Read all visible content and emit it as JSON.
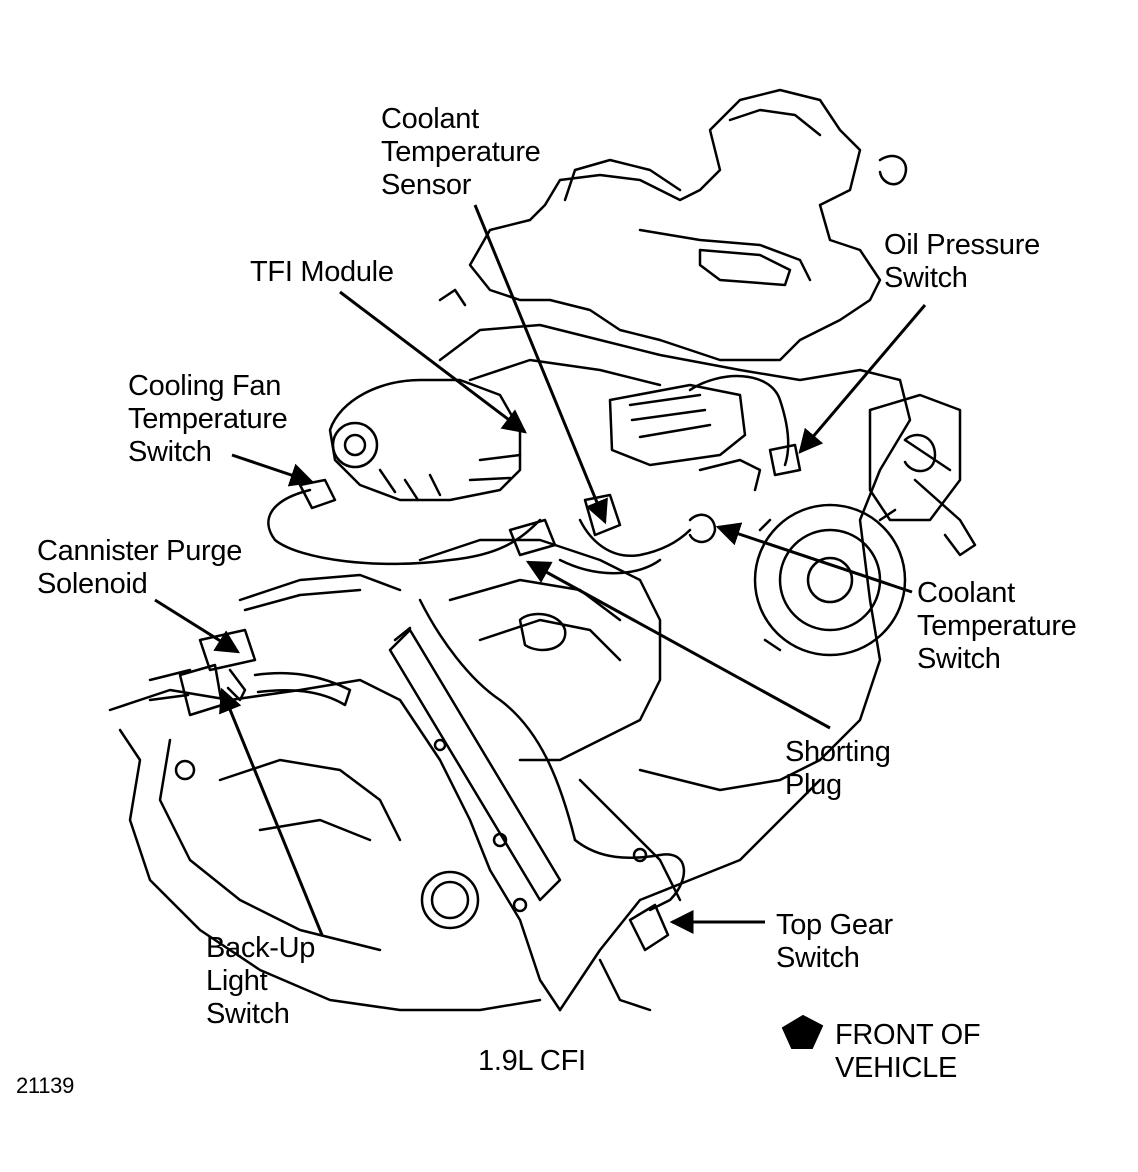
{
  "labels": {
    "coolant_temp_sensor": [
      "Coolant",
      "Temperature",
      "Sensor"
    ],
    "tfi_module": [
      "TFI Module"
    ],
    "oil_pressure_switch": [
      "Oil Pressure",
      "Switch"
    ],
    "cooling_fan_temp_switch": [
      "Cooling Fan",
      "Temperature",
      "Switch"
    ],
    "cannister_purge_solenoid": [
      "Cannister Purge",
      "Solenoid"
    ],
    "coolant_temp_switch": [
      "Coolant",
      "Temperature",
      "Switch"
    ],
    "shorting_plug": [
      "Shorting",
      "Plug"
    ],
    "top_gear_switch": [
      "Top Gear",
      "Switch"
    ],
    "backup_light_switch": [
      "Back-Up",
      "Light",
      "Switch"
    ]
  },
  "caption": "1.9L CFI",
  "legend": {
    "front_of_vehicle": [
      "FRONT OF",
      "VEHICLE"
    ]
  },
  "figure_number": "21139"
}
